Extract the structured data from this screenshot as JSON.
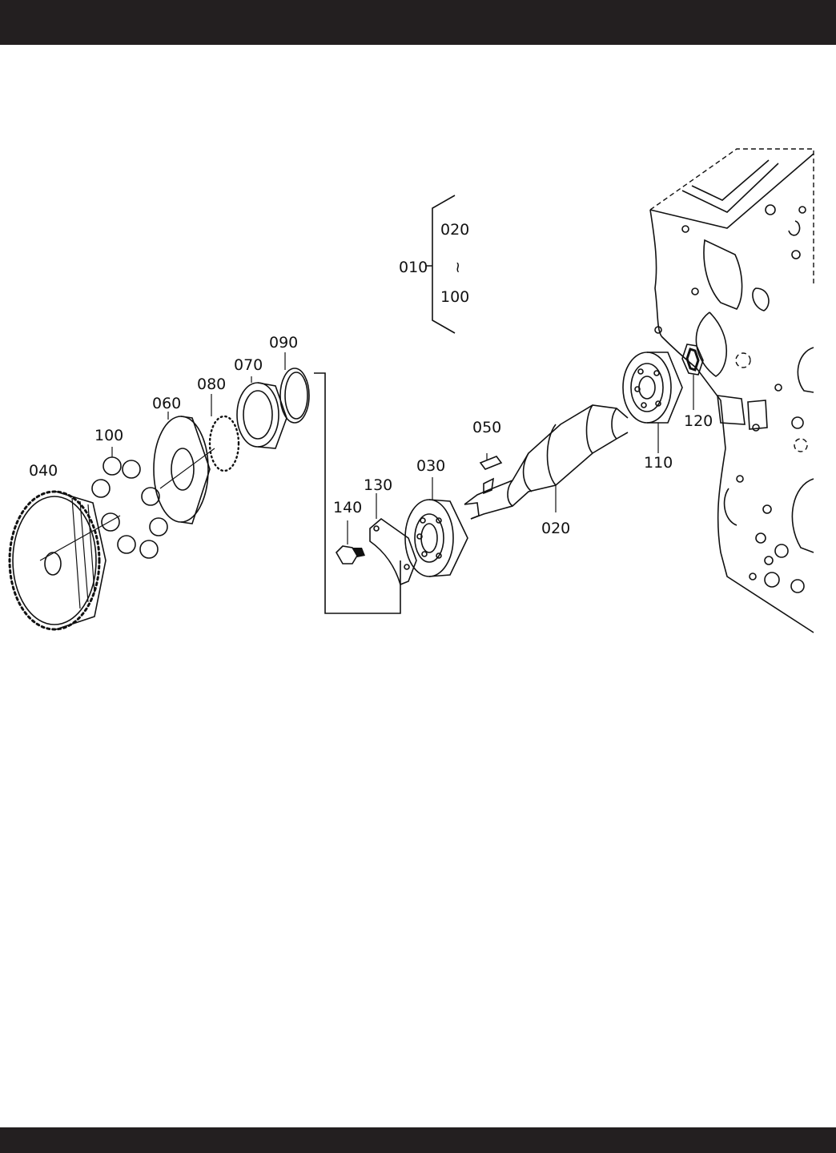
{
  "labels": {
    "p010": "010",
    "p020_bracket": "020",
    "p100_bracket": "100",
    "tilde": "~",
    "p020": "020",
    "p030": "030",
    "p040": "040",
    "p050": "050",
    "p060": "060",
    "p070": "070",
    "p080": "080",
    "p090": "090",
    "p100": "100",
    "p110": "110",
    "p120": "120",
    "p130": "130",
    "p140": "140"
  },
  "colors": {
    "bars": "#231f20",
    "ink": "#111111",
    "background": "#ffffff"
  }
}
